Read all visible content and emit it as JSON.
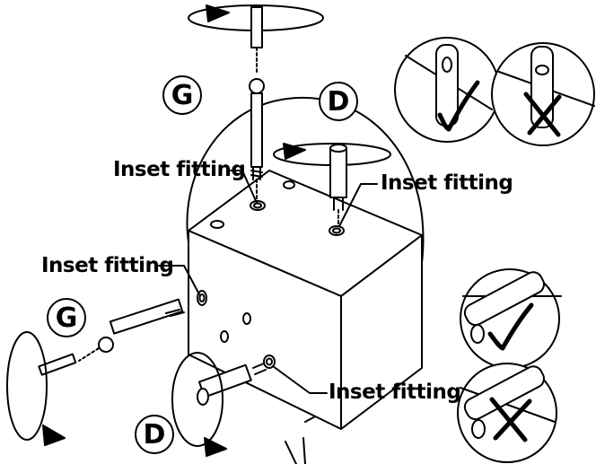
{
  "labels": {
    "inset_fitting_top_left": "Inset fitting",
    "inset_fitting_top_right": "Inset fitting",
    "inset_fitting_left": "Inset fitting",
    "inset_fitting_bottom": "Inset fitting"
  },
  "badges": {
    "g_top": "G",
    "d_top": "D",
    "g_left": "G",
    "d_bottom": "D"
  },
  "icons": [
    "rotate-arrow-icon",
    "screwdriver-icon",
    "check-mark-icon",
    "cross-mark-icon"
  ]
}
